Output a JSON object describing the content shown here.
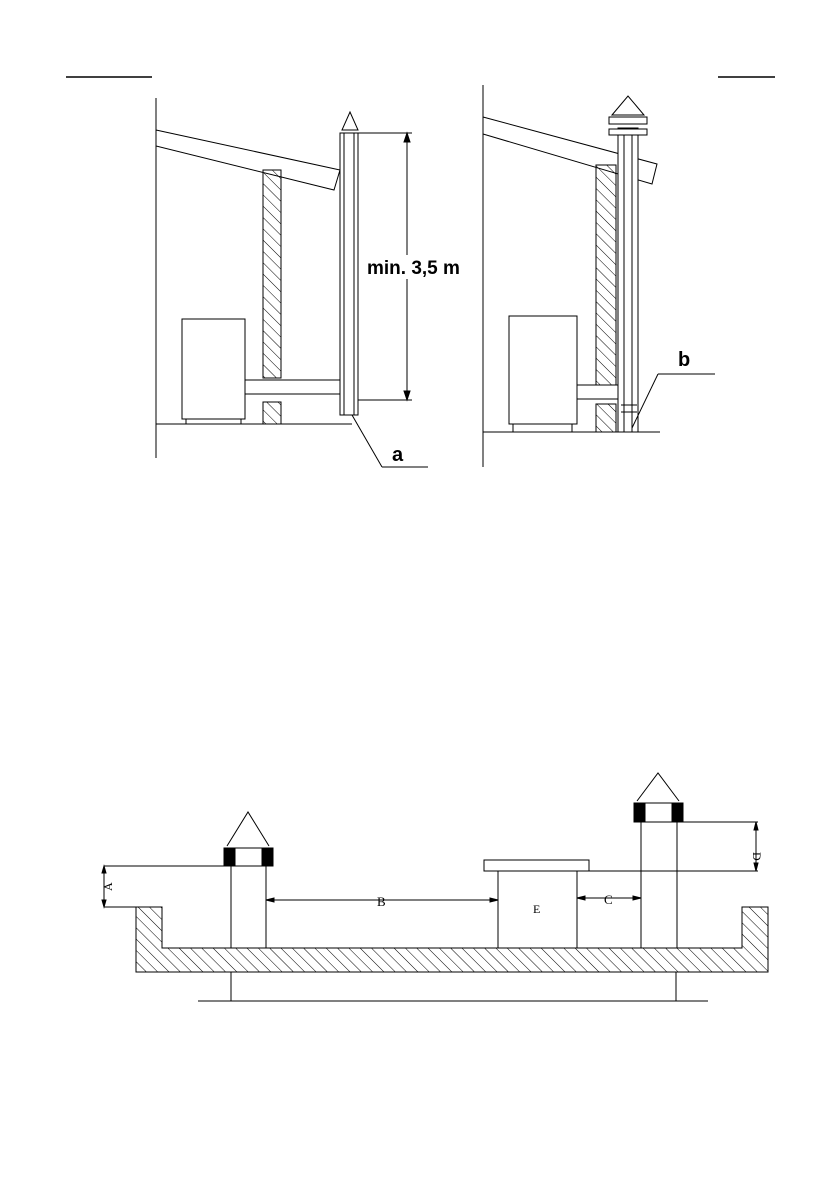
{
  "figure_top": {
    "height_label": "min. 3,5 m",
    "label_a": "a",
    "label_b": "b"
  },
  "figure_bottom": {
    "dim_A": "A",
    "dim_B": "B",
    "dim_C": "C",
    "dim_D": "D",
    "block_E": "E"
  },
  "colors": {
    "line": "#000000",
    "background": "#ffffff"
  }
}
